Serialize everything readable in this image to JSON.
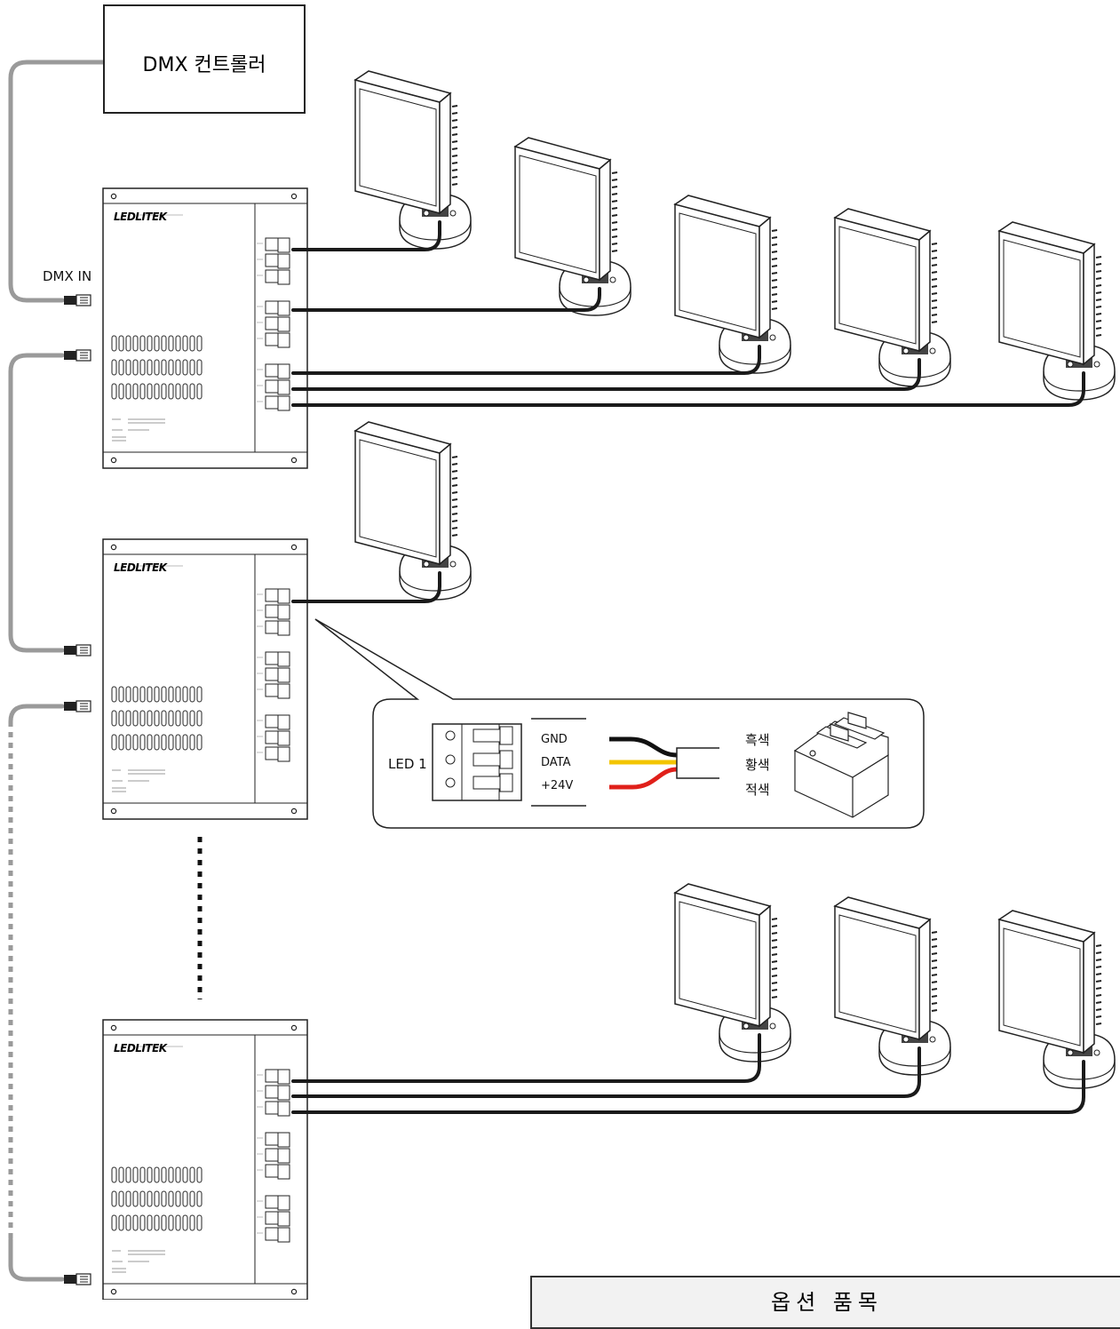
{
  "controller": {
    "label": "DMX 컨트롤러"
  },
  "dmx_in_label": "DMX IN",
  "decoders": [
    {
      "brand": "LEDLITEK"
    },
    {
      "brand": "LEDLITEK"
    },
    {
      "brand": "LEDLITEK"
    }
  ],
  "detail": {
    "port_label": "LED 1",
    "pins": [
      "GND",
      "DATA",
      "+24V"
    ],
    "wire_colors": [
      "흑색",
      "황색",
      "적색"
    ]
  },
  "option_box": {
    "title": "옵션 품목"
  },
  "colors": {
    "dmx_cable": "#9a9a9a",
    "led_cable": "#1a1a1a",
    "wire_black": "#111111",
    "wire_yellow": "#f3c500",
    "wire_red": "#e0201a"
  }
}
